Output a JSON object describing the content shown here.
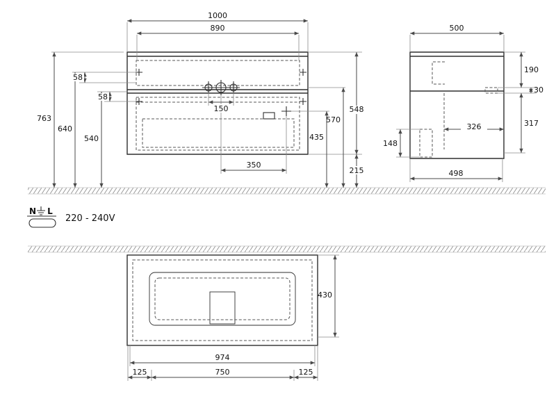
{
  "drawing": {
    "front_view": {
      "width_total": "1000",
      "width_inner": "890",
      "offset_a": "58",
      "offset_b": "58",
      "tap_hole_spacing": "150",
      "height_total": "763",
      "height_to_hole": "640",
      "height_to_rail": "540",
      "outlet_offset_x": "350",
      "outlet_height": "435",
      "tap_height": "570",
      "cabinet_height": "548",
      "floor_clearance": "215"
    },
    "side_view": {
      "depth_total": "500",
      "top_section": "190",
      "rail_thickness": "30",
      "lower_section": "317",
      "inner_depth": "326",
      "cutout_height": "148",
      "depth_bottom": "498"
    },
    "plan_view": {
      "basin_depth": "430",
      "basin_width": "974",
      "margin_left": "125",
      "center_width": "750",
      "margin_right": "125"
    },
    "electrical": {
      "neutral_label": "N",
      "line_label": "L",
      "voltage": "220 - 240V"
    }
  }
}
